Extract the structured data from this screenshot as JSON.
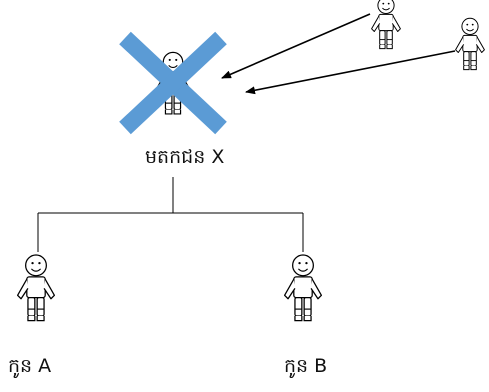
{
  "diagram": {
    "deceased_label": "មតកជន X",
    "child_a_label": "កូន A",
    "child_b_label": "កូន B"
  },
  "colors": {
    "cross": "#5b9bd5",
    "lines": "#000000",
    "figure_stroke": "#000000",
    "figure_fill": "#ffffff"
  }
}
